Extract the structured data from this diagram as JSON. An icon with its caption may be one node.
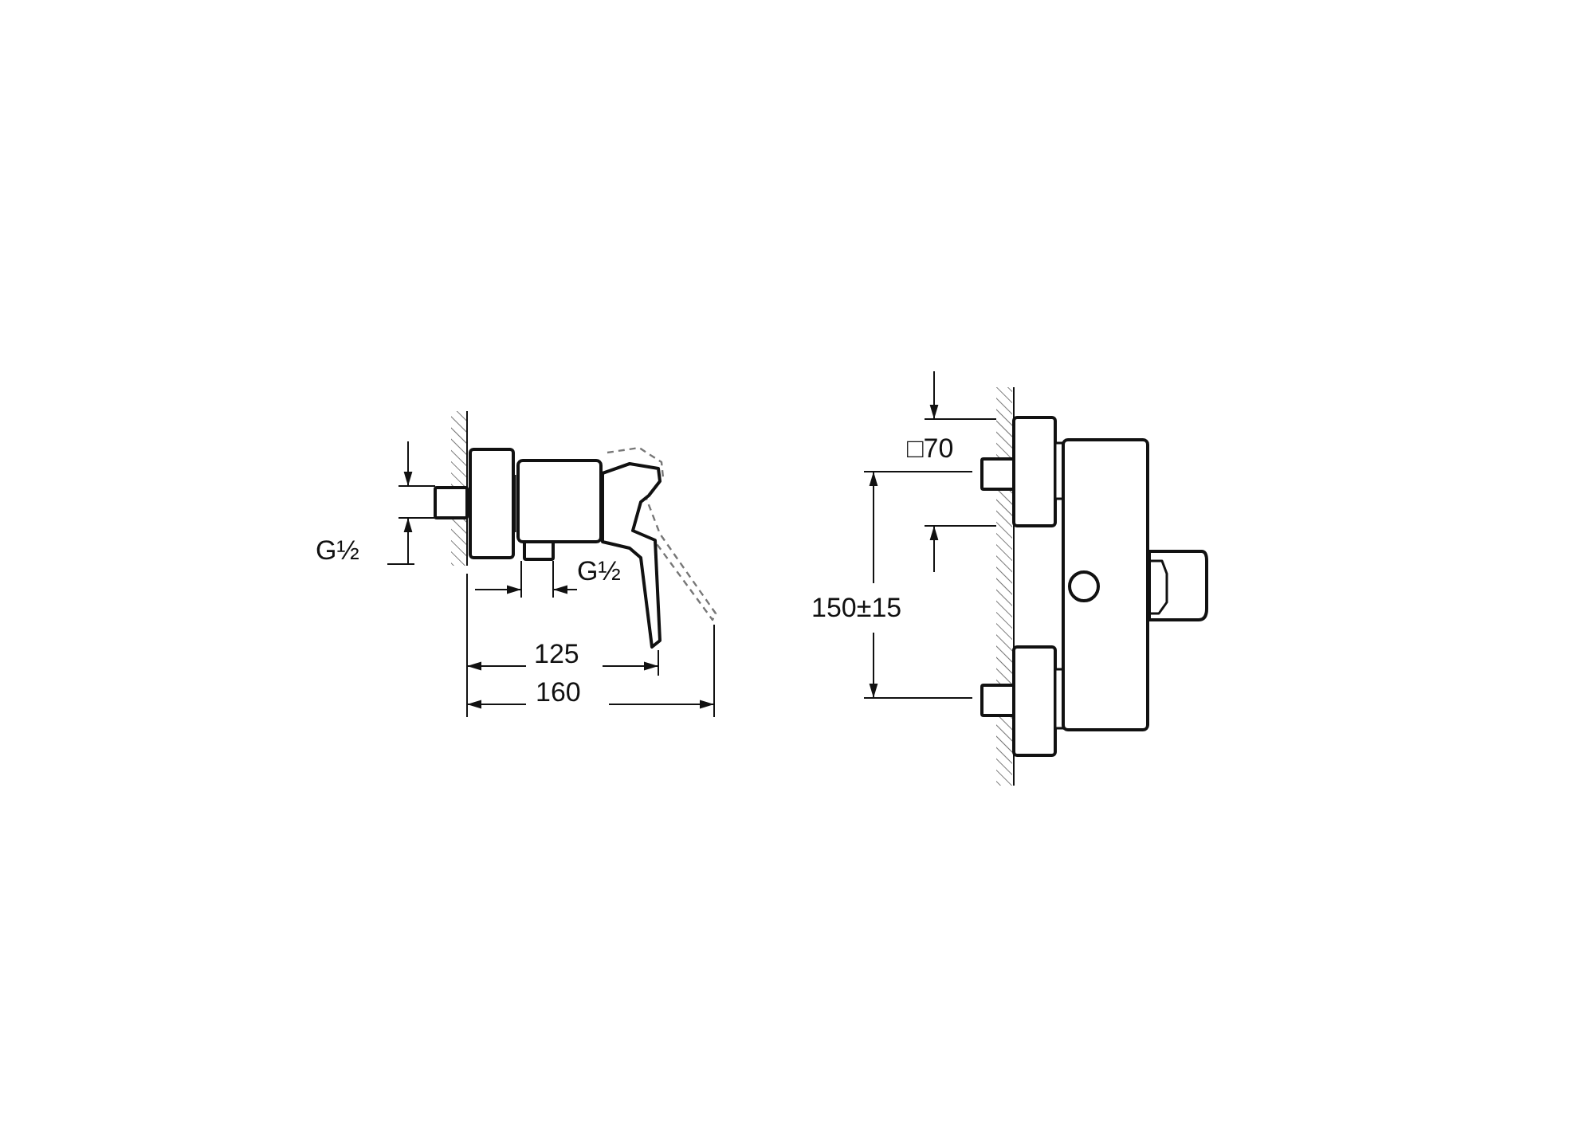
{
  "diagram": {
    "labels": [
      "G½",
      "G½",
      "125",
      "160",
      "□70",
      "150±15"
    ]
  }
}
